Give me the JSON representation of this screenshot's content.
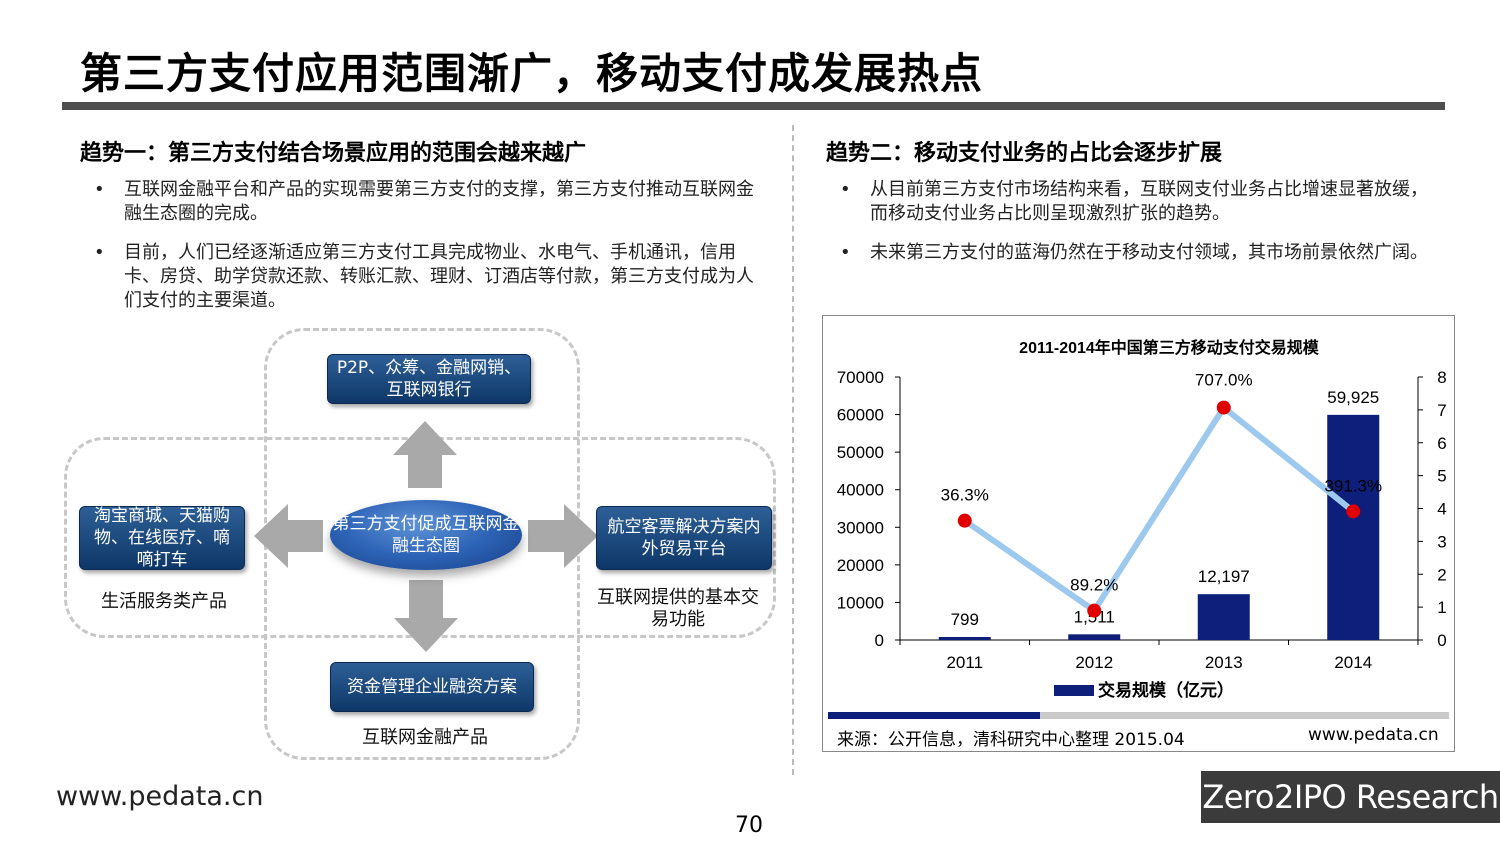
{
  "title": "第三方支付应用范围渐广，移动支付成发展热点",
  "trend1": {
    "heading": "趋势一：第三方支付结合场景应用的范围会越来越广",
    "bullets": [
      "互联网金融平台和产品的实现需要第三方支付的支撑，第三方支付推动互联网金融生态圈的完成。",
      "目前，人们已经逐渐适应第三方支付工具完成物业、水电气、手机通讯，信用卡、房贷、助学贷款还款、转账汇款、理财、订酒店等付款，第三方支付成为人们支付的主要渠道。"
    ]
  },
  "trend2": {
    "heading": "趋势二：移动支付业务的占比会逐步扩展",
    "bullets": [
      "从目前第三方支付市场结构来看，互联网支付业务占比增速显著放缓，而移动支付业务占比则呈现激烈扩张的趋势。",
      "未来第三方支付的蓝海仍然在于移动支付领域，其市场前景依然广阔。"
    ]
  },
  "bullet_glyph": "•",
  "diagram": {
    "center": "第三方支付促成互联网金融生态圈",
    "top_box": "P2P、众筹、金融网销、互联网银行",
    "left_box": "淘宝商城、天猫购物、在线医疗、嘀嘀打车",
    "right_box": "航空客票解决方案内外贸易平台",
    "bottom_box": "资金管理企业融资方案",
    "left_label": "生活服务类产品",
    "right_label": "互联网提供的基本交易功能",
    "bottom_label": "互联网金融产品"
  },
  "chart_data": {
    "type": "bar",
    "title": "2011-2014年中国第三方移动支付交易规模",
    "categories": [
      "2011",
      "2012",
      "2013",
      "2014"
    ],
    "series": [
      {
        "name": "交易规模（亿元）",
        "type": "bar",
        "axis": "left",
        "values": [
          799,
          1511,
          12197,
          59925
        ],
        "labels": [
          "799",
          "1,511",
          "12,197",
          "59,925"
        ],
        "color": "#0d1f7a"
      },
      {
        "type": "line",
        "axis": "right",
        "values": [
          3.63,
          0.892,
          7.07,
          3.913
        ],
        "labels": [
          "36.3%",
          "89.2%",
          "707.0%",
          "391.3%"
        ],
        "color": "#9ec9ee",
        "marker_color": "#e00000"
      }
    ],
    "ylim": [
      0,
      70000
    ],
    "yticks": [
      "0",
      "10000",
      "20000",
      "30000",
      "40000",
      "50000",
      "60000",
      "70000"
    ],
    "y2lim": [
      0,
      8
    ],
    "y2ticks": [
      "0",
      "1",
      "2",
      "3",
      "4",
      "5",
      "6",
      "7",
      "8"
    ],
    "legend": "bottom-center",
    "grid": false
  },
  "chart_source": "来源：公开信息，清科研究中心整理 2015.04",
  "chart_url": "www.pedata.cn",
  "footer": {
    "url": "www.pedata.cn",
    "page": "70",
    "brand": "Zero2IPO Research"
  }
}
